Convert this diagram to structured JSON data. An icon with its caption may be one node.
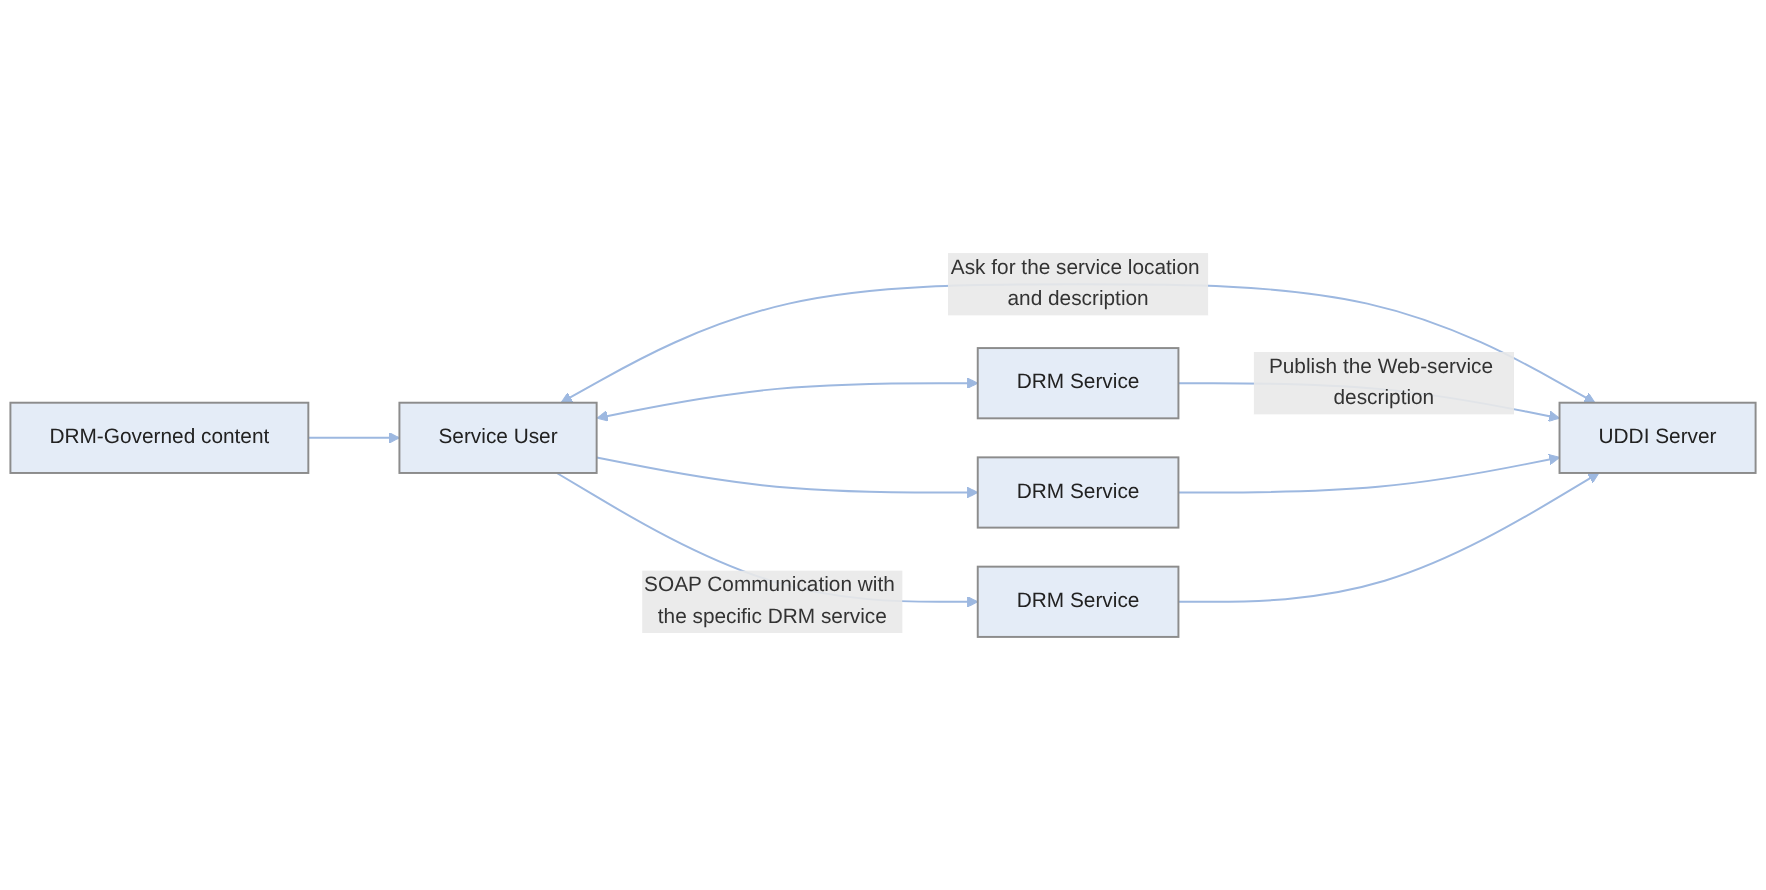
{
  "diagram": {
    "nodes": [
      {
        "text": [
          "UDDI Server"
        ]
      },
      {
        "text": [
          "Service User"
        ]
      },
      {
        "text": [
          "DRM Service"
        ]
      },
      {
        "text": [
          "DRM Service"
        ]
      },
      {
        "text": [
          "DRM-Governed content"
        ]
      },
      {
        "text": [
          "DRM Service"
        ]
      }
    ],
    "edges": [
      {
        "from": 1,
        "to": 0,
        "arrow": "both",
        "label": "Ask for the service location and description"
      },
      {
        "from": 2,
        "to": 0,
        "arrow": "to",
        "label": "Publish the Web-service description"
      },
      {
        "from": 3,
        "to": 0,
        "arrow": "to"
      },
      {
        "from": 5,
        "to": 0,
        "arrow": "to"
      },
      {
        "from": 1,
        "to": 2,
        "arrow": "both"
      },
      {
        "from": 1,
        "to": 3,
        "arrow": "to"
      },
      {
        "from": 1,
        "to": 5,
        "arrow": "to",
        "label": "SOAP Communication with the specific DRM service"
      },
      {
        "from": 4,
        "to": 1,
        "arrow": "to"
      }
    ]
  }
}
